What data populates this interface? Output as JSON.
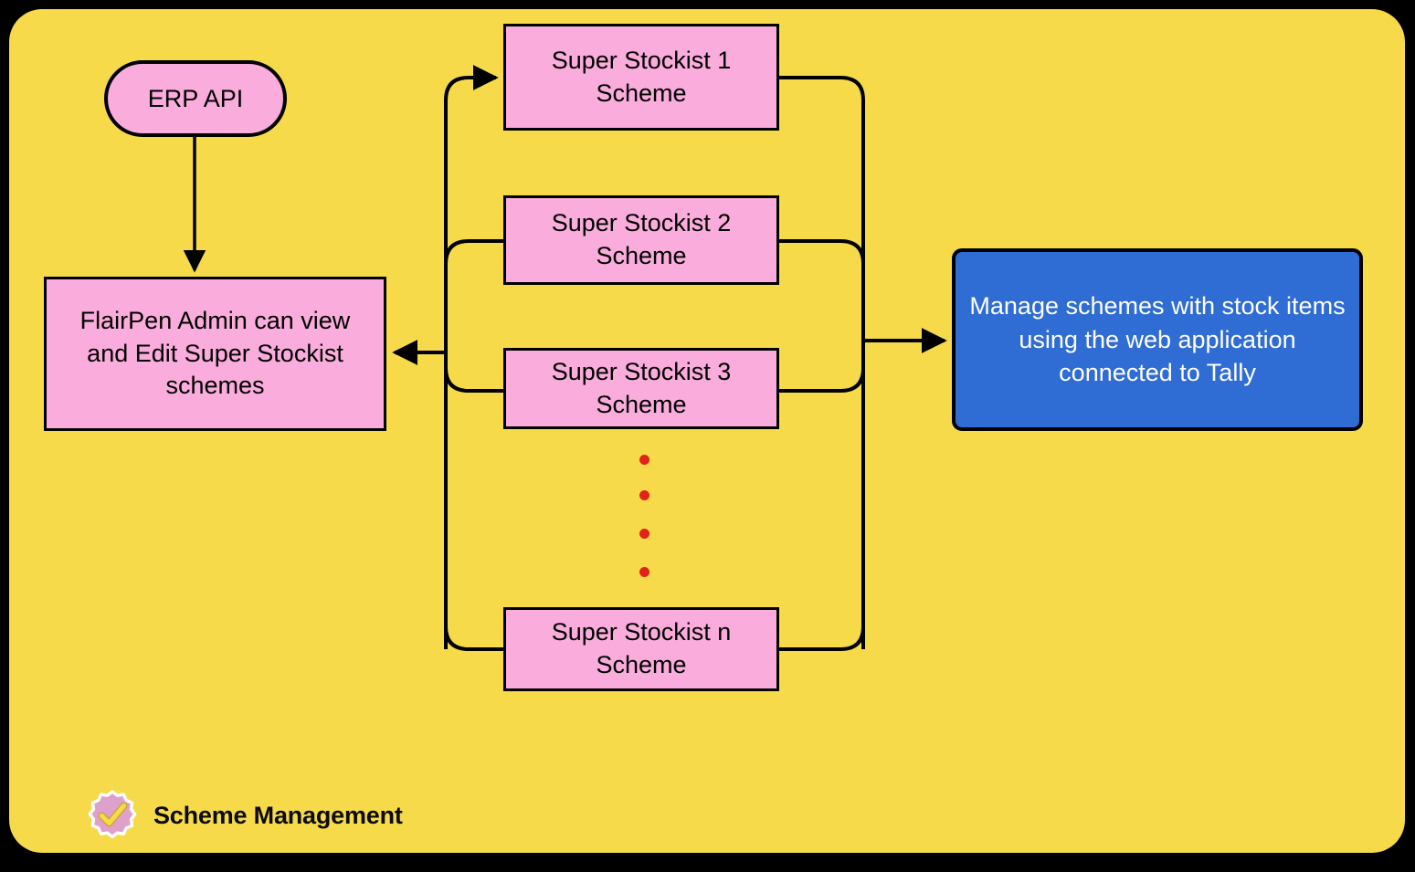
{
  "board": {
    "background_color": "#F7DA4A",
    "outer_background_color": "#000000"
  },
  "nodes": {
    "erp_api": {
      "label": "ERP API",
      "shape": "stadium",
      "fill": "#FAACDC",
      "stroke": "#000000"
    },
    "admin": {
      "label": "FlairPen Admin can view and Edit Super Stockist schemes",
      "shape": "rect",
      "fill": "#FAACDC",
      "stroke": "#000000"
    },
    "stockists": [
      {
        "label": "Super Stockist 1 Scheme",
        "fill": "#FAACDC",
        "stroke": "#000000"
      },
      {
        "label": "Super Stockist 2 Scheme",
        "fill": "#FAACDC",
        "stroke": "#000000"
      },
      {
        "label": "Super Stockist 3 Scheme",
        "fill": "#FAACDC",
        "stroke": "#000000"
      },
      {
        "label": "Super Stockist n Scheme",
        "fill": "#FAACDC",
        "stroke": "#000000"
      }
    ],
    "ellipsis": {
      "dot_count": 4,
      "color": "#E32219"
    },
    "tally": {
      "label": "Manage schemes with stock items using the web application connected to Tally",
      "shape": "rounded-rect",
      "fill": "#2F6CD4",
      "stroke": "#000000",
      "text_color": "#FFFFFF"
    }
  },
  "footer": {
    "title": "Scheme Management",
    "badge_icon": "verified-check-badge-icon",
    "badge_fill": "#DFA0CC",
    "badge_outline": "#FFFFFF",
    "check_color": "#F7DA4A"
  }
}
